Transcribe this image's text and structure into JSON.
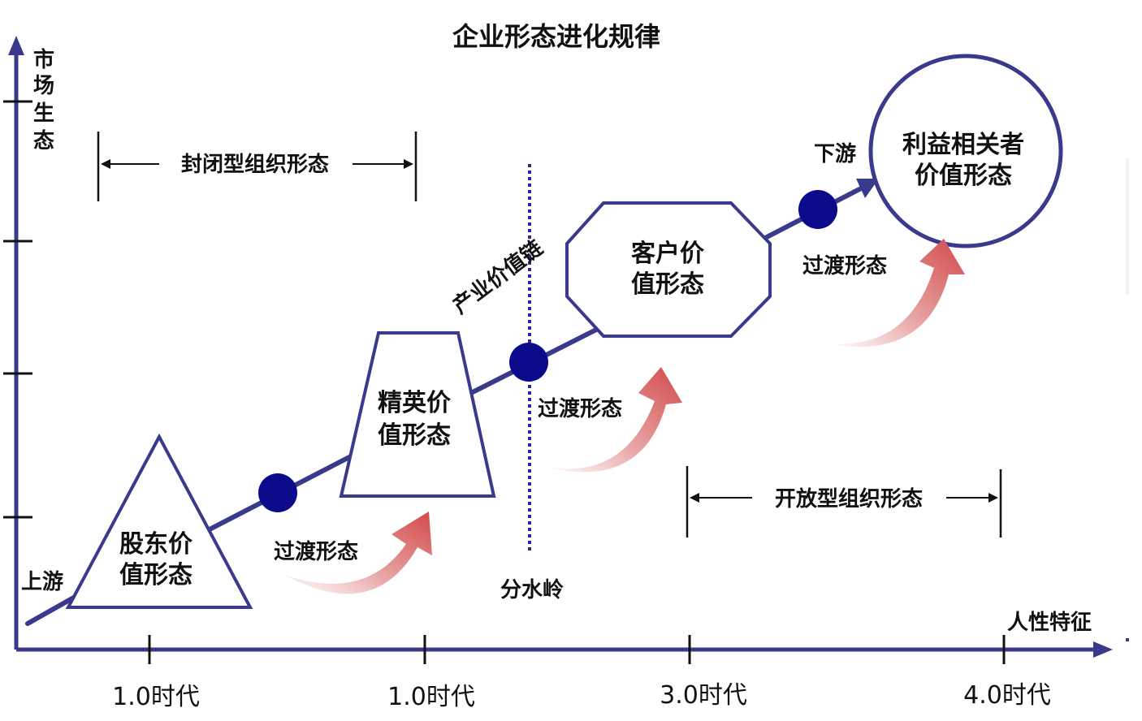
{
  "title": "企业形态进化规律",
  "axes": {
    "y_label": [
      "市",
      "场",
      "生",
      "态"
    ],
    "x_label": "人性特征",
    "x_ticks": [
      "1.0时代",
      "1.0时代",
      "3.0时代",
      "4.0时代"
    ]
  },
  "positions": {
    "upstream": "上游",
    "downstream": "下游",
    "watershed": "分水岭",
    "industry_chain": "产业价值链"
  },
  "ranges": {
    "closed": "封闭型组织形态",
    "open": "开放型组织形态"
  },
  "stages": [
    {
      "shape": "triangle",
      "line1": "股东价",
      "line2": "值形态"
    },
    {
      "shape": "trapezoid",
      "line1": "精英价",
      "line2": "值形态"
    },
    {
      "shape": "octagon",
      "line1": "客户价",
      "line2": "值形态"
    },
    {
      "shape": "circle",
      "line1": "利益相关者",
      "line2": "价值形态"
    }
  ],
  "transitions": [
    "过渡形态",
    "过渡形态",
    "过渡形态"
  ],
  "colors": {
    "primary": "#3a3a8c",
    "dot": "#0a0a8a",
    "arrow": "#d9534f",
    "dotted_line": "#2a2a9a"
  }
}
